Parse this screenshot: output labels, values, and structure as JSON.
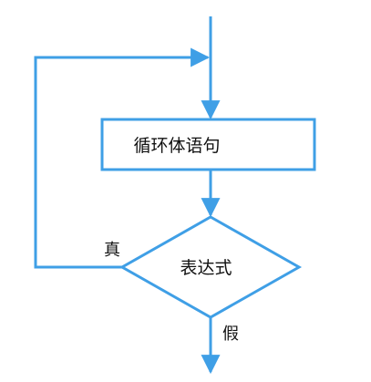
{
  "diagram": {
    "type": "flowchart",
    "nodes": {
      "process": {
        "label": "循环体语句",
        "shape": "rectangle"
      },
      "decision": {
        "label": "表达式",
        "shape": "diamond"
      }
    },
    "edge_labels": {
      "true": "真",
      "false": "假"
    },
    "colors": {
      "stroke": "#3f9fe6",
      "text": "#111111",
      "background": "#ffffff"
    }
  }
}
